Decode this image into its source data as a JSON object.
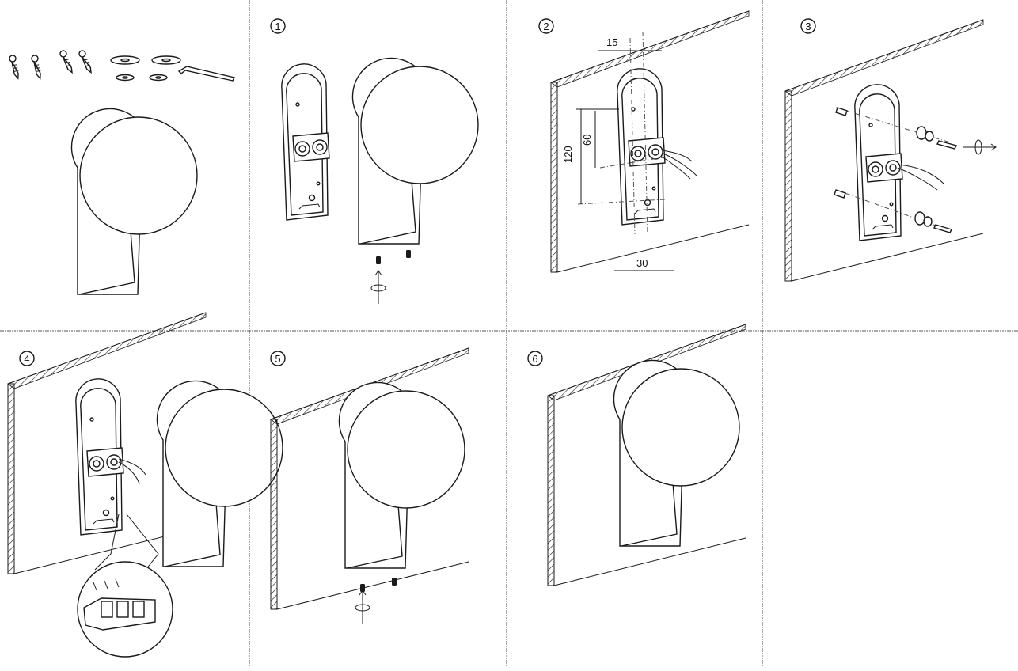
{
  "steps": [
    "1",
    "2",
    "3",
    "4",
    "5",
    "6"
  ],
  "dimensions": {
    "top_offset": "15",
    "vertical_small": "60",
    "vertical_large": "120",
    "bottom_offset": "30"
  },
  "colors": {
    "line": "#1a1a1a",
    "divider": "#555555",
    "background": "#ffffff"
  },
  "icons": [
    "screw-icon",
    "washer-icon",
    "hex-key-icon",
    "rotate-arrow-icon",
    "grub-screw-icon",
    "terminal-block-icon"
  ]
}
